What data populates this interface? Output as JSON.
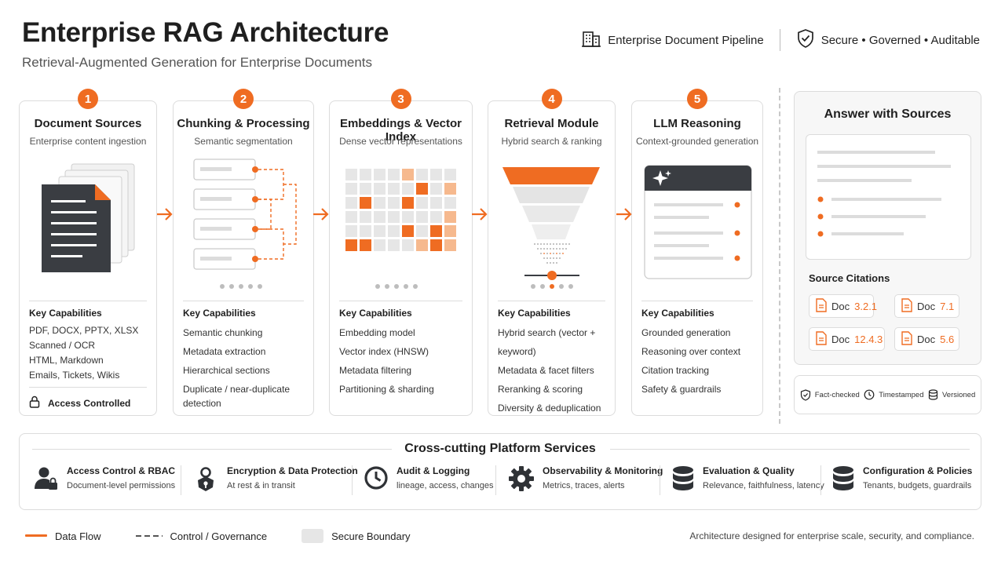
{
  "header": {
    "title": "Enterprise RAG Architecture",
    "subtitle": "Retrieval-Augmented Generation for Enterprise Documents",
    "pipeline_label": "Enterprise Document Pipeline",
    "security_label": "Secure • Governed • Auditable",
    "icons": [
      "building-icon",
      "shield-check-icon"
    ]
  },
  "stages": [
    {
      "number": "1",
      "title": "Document Sources",
      "subtitle": "Enterprise content ingestion",
      "capabilities_heading": "Key Capabilities",
      "capabilities": [
        "PDF, DOCX, PPTX, XLSX",
        "Scanned / OCR",
        "HTML, Markdown",
        "Emails, Tickets, Wikis"
      ],
      "footer": "Access Controlled"
    },
    {
      "number": "2",
      "title": "Chunking & Processing",
      "subtitle": "Semantic segmentation",
      "capabilities_heading": "Key Capabilities",
      "capabilities": [
        "Semantic chunking",
        "Metadata extraction",
        "Hierarchical sections",
        "Duplicate / near-duplicate detection"
      ]
    },
    {
      "number": "3",
      "title": "Embeddings & Vector Index",
      "subtitle": "Dense vector representations",
      "capabilities_heading": "Key Capabilities",
      "capabilities": [
        "Embedding model",
        "Vector index (HNSW)",
        "Metadata filtering",
        "Partitioning & sharding"
      ]
    },
    {
      "number": "4",
      "title": "Retrieval Module",
      "subtitle": "Hybrid search & ranking",
      "capabilities_heading": "Key Capabilities",
      "capabilities": [
        "Hybrid search (vector + keyword)",
        "Metadata & facet filters",
        "Reranking & scoring",
        "Diversity & deduplication"
      ]
    },
    {
      "number": "5",
      "title": "LLM Reasoning",
      "subtitle": "Context-grounded generation",
      "capabilities_heading": "Key Capabilities",
      "capabilities": [
        "Grounded generation",
        "Reasoning over context",
        "Citation tracking",
        "Safety & guardrails"
      ]
    }
  ],
  "answer": {
    "title": "Answer with Sources",
    "citations_title": "Source Citations",
    "citations": [
      {
        "prefix": "Doc",
        "ref": "3.2.1"
      },
      {
        "prefix": "Doc",
        "ref": "7.1"
      },
      {
        "prefix": "Doc",
        "ref": "12.4.3"
      },
      {
        "prefix": "Doc",
        "ref": "5.6"
      }
    ],
    "badges": [
      "Fact-checked",
      "Timestamped",
      "Versioned"
    ]
  },
  "platform": {
    "title": "Cross-cutting Platform Services",
    "services": [
      {
        "title": "Access Control & RBAC",
        "desc": "Document-level permissions",
        "icon": "user-lock-icon"
      },
      {
        "title": "Encryption & Data Protection",
        "desc": "At rest & in transit",
        "icon": "encryption-icon"
      },
      {
        "title": "Audit & Logging",
        "desc": "lineage, access, changes",
        "icon": "clock-icon"
      },
      {
        "title": "Observability & Monitoring",
        "desc": "Metrics, traces, alerts",
        "icon": "gear-icon"
      },
      {
        "title": "Evaluation & Quality",
        "desc": "Relevance, faithfulness, latency",
        "icon": "database-icon"
      },
      {
        "title": "Configuration & Policies",
        "desc": "Tenants, budgets, guardrails",
        "icon": "database-icon"
      }
    ]
  },
  "legend": {
    "data_flow": "Data Flow",
    "control": "Control / Governance",
    "boundary": "Secure Boundary"
  },
  "footnote": "Architecture designed for enterprise scale, security, and compliance.",
  "colors": {
    "accent": "#ef6c22",
    "accent_light": "#f6b98e",
    "dark": "#3a3d42",
    "border": "#dcdcdc",
    "grey": "#e6e6e6"
  }
}
